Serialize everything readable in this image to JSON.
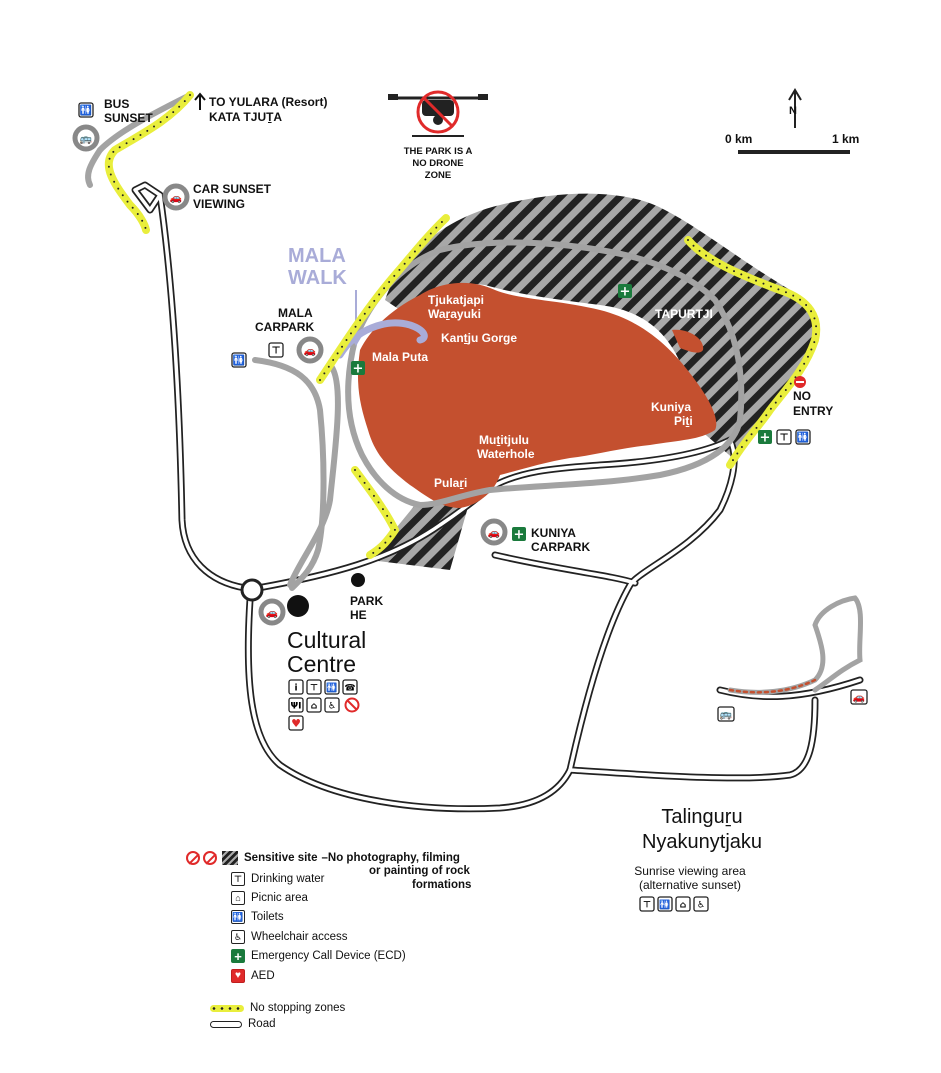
{
  "drone": {
    "line1": "THE PARK IS A",
    "line2": "NO DRONE",
    "line3": "ZONE"
  },
  "scale": {
    "left": "0 km",
    "right": "1 km",
    "north": "N"
  },
  "places": {
    "bus_sunset": [
      "BUS",
      "SUNSET"
    ],
    "to_yulara": [
      "TO YULARA (Resort)",
      "KATA TJUṮA"
    ],
    "car_sunset": [
      "CAR SUNSET",
      "VIEWING"
    ],
    "mala_walk": [
      "MALA",
      "WALK"
    ],
    "mala_carpark": [
      "MALA",
      "CARPARK"
    ],
    "tjukatjapi": [
      "Tjukatjapi",
      "Waṟayuki"
    ],
    "kantju": "Kanṯju Gorge",
    "mala_puta": "Mala Puta",
    "tapurtji": "TAPURTJI",
    "kuniya_piti": [
      "Kuniya",
      "Piṯi"
    ],
    "mutitjulu": [
      "Muṯitjulu",
      "Waterhole"
    ],
    "pulari": "Pulaṟi",
    "no_entry": [
      "NO",
      "ENTRY"
    ],
    "kuniya_carpark": [
      "KUNIYA",
      "CARPARK"
    ],
    "park_he": [
      "PARK",
      "HE"
    ],
    "cultural_centre": [
      "Cultural",
      "Centre"
    ],
    "talinguru": [
      "Talinguṟu",
      "Nyakunytjaku"
    ],
    "sunrise": [
      "Sunrise viewing area",
      "(alternative sunset)"
    ]
  },
  "legend": {
    "sensitive_title": "Sensitive site",
    "sensitive_desc": [
      "–No photography, filming",
      "or painting of rock",
      "formations"
    ],
    "drinking": "Drinking water",
    "picnic": "Picnic area",
    "toilets": "Toilets",
    "wheelchair": "Wheelchair access",
    "ecd": "Emergency Call Device (ECD)",
    "aed": "AED",
    "nostop": "No stopping zones",
    "road": "Road"
  },
  "colors": {
    "rock": "#c4502f",
    "no_stopping": "#e9ee3c",
    "trail": "#a3a3a3",
    "mala_walk": "#a9acd8",
    "ecd_green": "#1a7a3c",
    "no_photo_red": "#e02a2a"
  },
  "icons": {
    "car": "car-icon",
    "bus": "bus-icon",
    "toilets": "toilets-icon",
    "tap": "tap-icon",
    "ecd": "ecd-icon",
    "info": "info-icon",
    "phone": "phone-icon",
    "food": "food-icon",
    "picnic": "picnic-icon",
    "aed": "aed-icon",
    "drone": "drone-icon",
    "north": "north-arrow-icon"
  }
}
